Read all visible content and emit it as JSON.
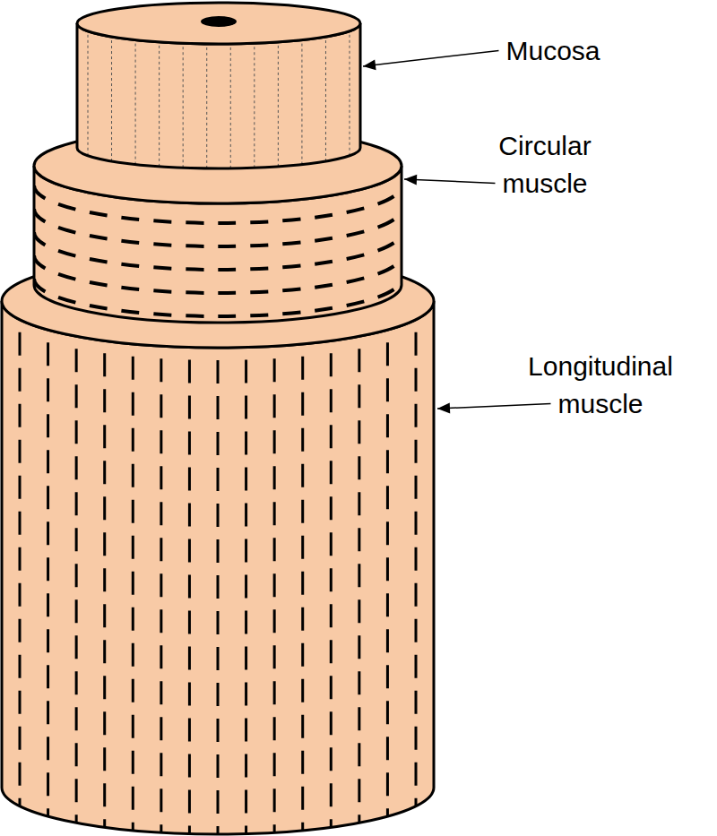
{
  "diagram": {
    "labels": [
      "Mucosa",
      "Circular muscle",
      "Longitudinal muscle"
    ]
  }
}
